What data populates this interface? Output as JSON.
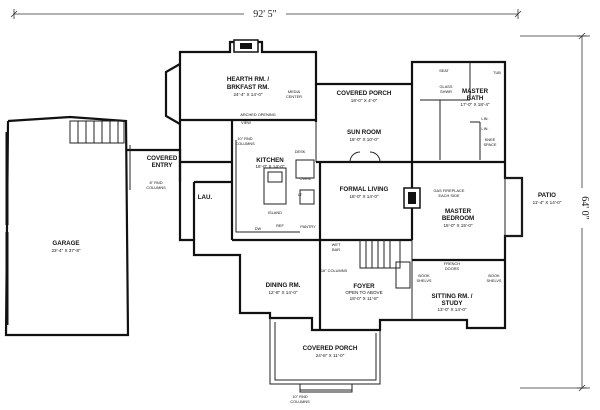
{
  "dimensions": {
    "width": "92' 5\"",
    "depth": "64' 0\""
  },
  "rooms": {
    "hearth": {
      "name": "HEARTH RM. /",
      "name2": "BRKFAST RM.",
      "size": "24'-4\" X 14'-0\""
    },
    "covered_porch_rear": {
      "name": "COVERED PORCH",
      "size": "18'-0\" X 4'-0\""
    },
    "master_bath": {
      "name": "MASTER",
      "name2": "BATH",
      "size": "17'-0\" X 18'-4\""
    },
    "sun_room": {
      "name": "SUN ROOM",
      "size": "18'-0\" X 10'-0\""
    },
    "garage": {
      "name": "GARAGE",
      "size": "23'-4\" X 37'-8\""
    },
    "covered_entry": {
      "name": "COVERED",
      "name2": "ENTRY"
    },
    "kitchen": {
      "name": "KITCHEN",
      "size": "16'-0\" X 14'-0\""
    },
    "formal_living": {
      "name": "FORMAL LIVING",
      "size": "18'-0\" X 14'-0\""
    },
    "master_bedroom": {
      "name": "MASTER",
      "name2": "BEDROOM",
      "size": "15'-0\" X 15'-0\""
    },
    "patio": {
      "name": "PATIO",
      "size": "11'-4\" X 14'-0\""
    },
    "laundry": {
      "name": "LAU."
    },
    "dining": {
      "name": "DINING RM.",
      "size": "12'-8\" X 14'-0\""
    },
    "foyer": {
      "name": "FOYER",
      "sub": "OPEN TO ABOVE",
      "size": "18'-0\" X 11'-8\""
    },
    "sitting": {
      "name": "SITTING RM. /",
      "name2": "STUDY",
      "size": "13'-0\" X 14'-0\""
    },
    "covered_porch_front": {
      "name": "COVERED PORCH",
      "size": "24'-8\" X 11'-0\""
    }
  },
  "notes": {
    "media_center": "MEDIA",
    "media_center2": "CENTER",
    "arched_opening": "ARCHED OPENING",
    "view": "VIEW",
    "columns_10in": "10\" RND",
    "columns_10in2": "COLUMNS",
    "columns_8in": "8\" RND",
    "columns_8in2": "COLUMNS",
    "desk": "DESK",
    "oven": "OVEN",
    "island": "ISLAND",
    "dw": "DW",
    "ref": "REF",
    "pantry": "PANTRY",
    "wet_bar": "WET",
    "wet_bar2": "BAR",
    "columns_16in": "16\" COLUMNS",
    "columns_10in_front": "10\" RND",
    "columns_10in_front2": "COLUMNS",
    "gas_fireplace": "GAS FIREPLACE",
    "gas_fireplace2": "EACH SIDE",
    "french_doors": "FRENCH",
    "french_doors2": "DOORS",
    "book_shelves": "BOOK",
    "book_shelves2": "SHELVS",
    "seat": "SEAT",
    "tub": "TUB",
    "glass_shwr": "GLASS",
    "glass_shwr2": "SHWR",
    "lin": "LIN.",
    "knee_space": "KNEE",
    "knee_space2": "SPACE",
    "lt": "LT"
  }
}
